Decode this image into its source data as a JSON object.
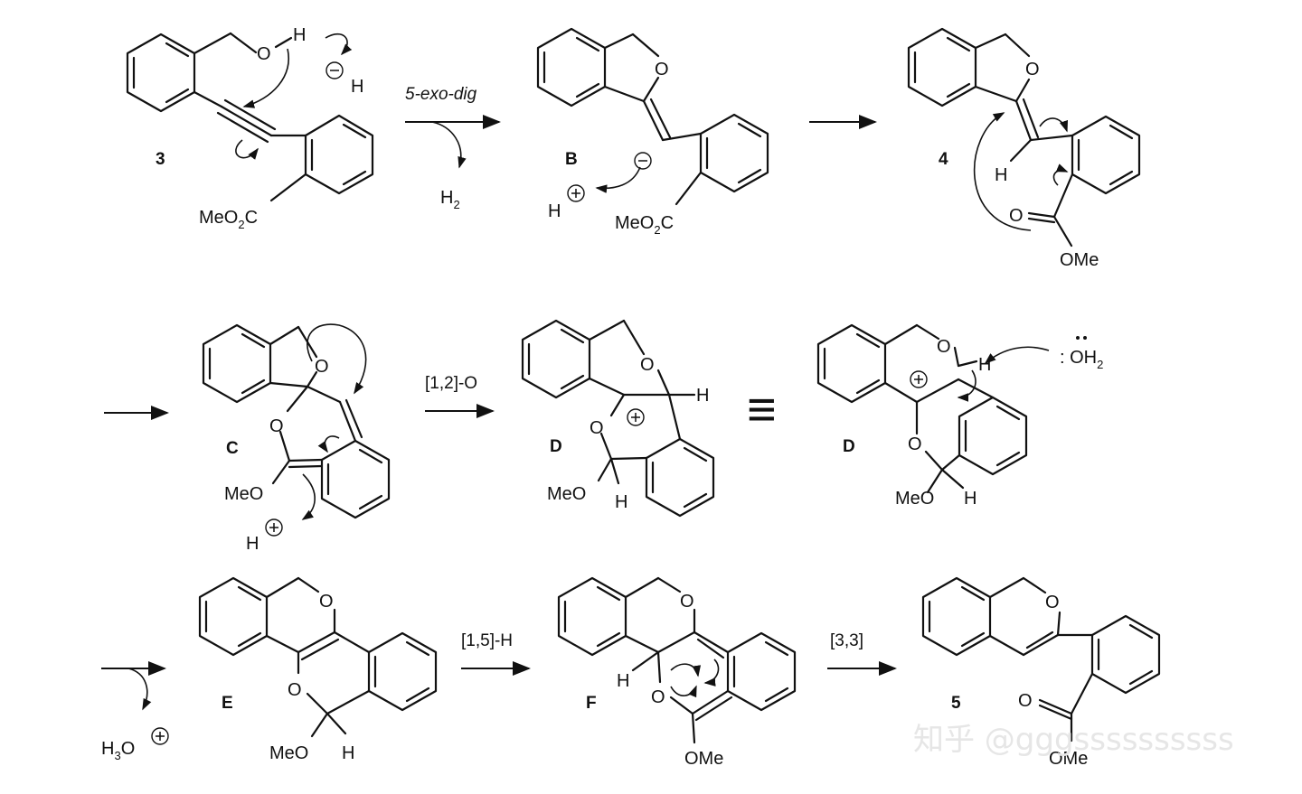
{
  "compounds": {
    "c3": "3",
    "cB": "B",
    "c4": "4",
    "cC": "C",
    "cD1": "D",
    "cD2": "D",
    "cE": "E",
    "cF": "F",
    "c5": "5"
  },
  "conditions": {
    "step1": "5-exo-dig",
    "step_12O": "[1,2]-O",
    "step_15H": "[1,5]-H",
    "step_33": "[3,3]"
  },
  "labels": {
    "meo2c": "MeO",
    "sub2": "2",
    "c_after": "C",
    "h": "H",
    "o": "O",
    "ome": "OMe",
    "meo": "MeO",
    "h2": "H",
    "h3o": "H",
    "h3o_o": "O",
    "sub3": "3",
    "oh2": ": OH",
    "oh2_sub": "2",
    "equiv": "≡"
  },
  "watermark": "知乎 @gggssssssssss"
}
